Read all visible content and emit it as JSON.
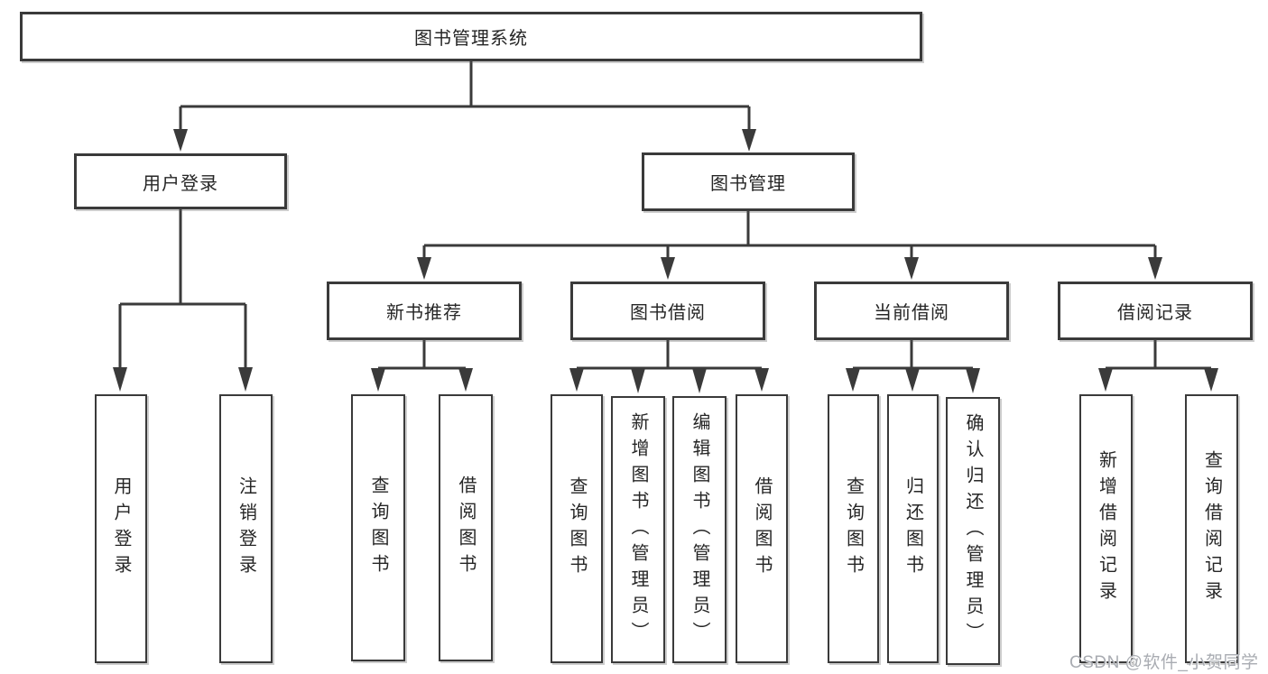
{
  "tree": {
    "label": "图书管理系统",
    "children": [
      {
        "label": "用户登录",
        "children": [
          {
            "label": "用户登录"
          },
          {
            "label": "注销登录"
          }
        ]
      },
      {
        "label": "图书管理",
        "children": [
          {
            "label": "新书推荐",
            "children": [
              {
                "label": "查询图书"
              },
              {
                "label": "借阅图书"
              }
            ]
          },
          {
            "label": "图书借阅",
            "children": [
              {
                "label": "查询图书"
              },
              {
                "label": "新增图书（管理员）"
              },
              {
                "label": "编辑图书（管理员）"
              },
              {
                "label": "借阅图书"
              }
            ]
          },
          {
            "label": "当前借阅",
            "children": [
              {
                "label": "查询图书"
              },
              {
                "label": "归还图书"
              },
              {
                "label": "确认归还（管理员）"
              }
            ]
          },
          {
            "label": "借阅记录",
            "children": [
              {
                "label": "新增借阅记录"
              },
              {
                "label": "查询借阅记录"
              }
            ]
          }
        ]
      }
    ]
  },
  "watermark": {
    "text": "CSDN @软件_小贺同学"
  },
  "colors": {
    "line": "#3a3a3a",
    "box_border": "#3a3a3a",
    "box_background": "#ffffff",
    "text": "#262626",
    "watermark": "#a9acb2"
  }
}
